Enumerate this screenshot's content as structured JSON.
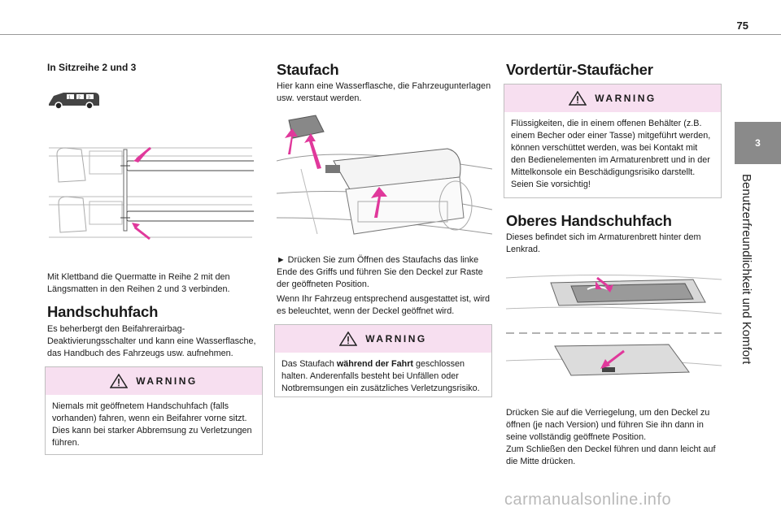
{
  "page_number": "75",
  "chapter": {
    "number": "3",
    "title": "Benutzerfreundlichkeit und Komfort"
  },
  "col1": {
    "subheading": "In Sitzreihe 2 und 3",
    "caption": "Mit Klettband die Quermatte in Reihe 2 mit den Längsmatten in den Reihen 2 und 3 verbinden.",
    "heading": "Handschuhfach",
    "body": "Es beherbergt den Beifahrerairbag-Deaktivierungsschalter und kann eine Wasserflasche, das Handbuch des Fahrzeugs usw. aufnehmen.",
    "warning": {
      "label": "WARNING",
      "text": "Niemals mit geöffnetem Handschuhfach (falls vorhanden) fahren, wenn ein Beifahrer vorne sitzt. Dies kann bei starker Abbremsung zu Verletzungen führen."
    }
  },
  "col2": {
    "heading": "Staufach",
    "intro": "Hier kann eine Wasserflasche, die Fahrzeugunterlagen usw. verstaut werden.",
    "step": "► Drücken Sie zum Öffnen des Staufachs das linke Ende des Griffs und führen Sie den Deckel zur Raste der geöffneten Position.",
    "note": "Wenn Ihr Fahrzeug entsprechend ausgestattet ist, wird es beleuchtet, wenn der Deckel geöffnet wird.",
    "warning": {
      "label": "WARNING",
      "text_before": "Das Staufach ",
      "text_bold": "während der Fahrt",
      "text_after": " geschlossen halten. Anderenfalls besteht bei Unfällen oder Notbremsungen ein zusätzliches Verletzungsrisiko."
    }
  },
  "col3": {
    "heading": "Vordertür-Staufächer",
    "warning": {
      "label": "WARNING",
      "text": "Flüssigkeiten, die in einem offenen Behälter (z.B. einem Becher oder einer Tasse) mitgeführt werden, können verschüttet werden, was bei Kontakt mit den Bedienelementen im Armaturenbrett und in der Mittelkonsole ein Beschädigungsrisiko darstellt. Seien Sie vorsichtig!"
    },
    "heading2": "Oberes Handschuhfach",
    "body": "Dieses befindet sich im Armaturenbrett hinter dem Lenkrad.",
    "caption": "Drücken Sie auf die Verriegelung, um den Deckel zu öffnen (je nach Version) und führen Sie ihn dann in seine vollständig geöffnete Position.",
    "caption2": "Zum Schließen den Deckel führen und dann leicht auf die Mitte drücken."
  },
  "watermark": "carmanualsonline.info",
  "colors": {
    "warning_header": "#f7dff0",
    "arrow": "#e0389b",
    "side_tab": "#8a8a8a"
  }
}
